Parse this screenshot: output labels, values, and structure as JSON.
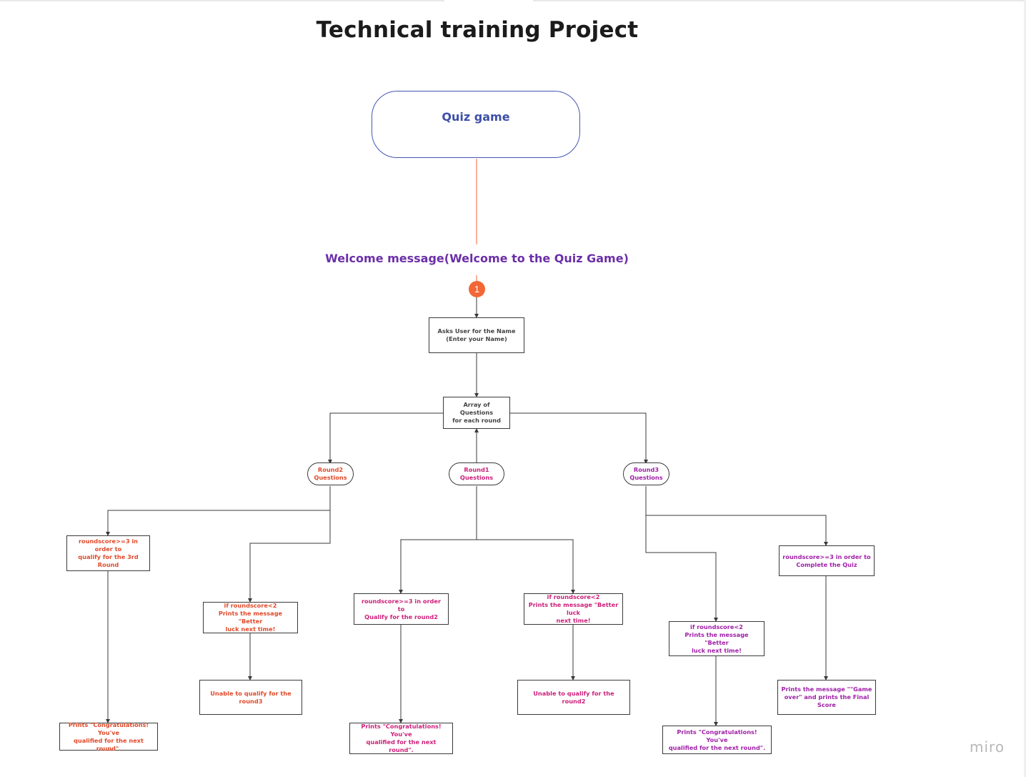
{
  "board": {
    "title": "Technical training Project",
    "watermark": "miro"
  },
  "nodes": {
    "start": "Quiz game",
    "welcome": "Welcome message(Welcome to the Quiz Game)",
    "badge": "1",
    "ask_name": "Asks User for the Name\n(Enter your Name)",
    "questions_array": "Array of Questions\nfor each round",
    "round1": "Round1\nQuestions",
    "round2": "Round2\nQuestions",
    "round3": "Round3\nQuestions",
    "r2_pass": "roundscore>=3 in order to\nqualify for the 3rd Round",
    "r2_fail": "if roundscore<2\nPrints the message \"Better\nluck next time!",
    "r2_fail_result": "Unable to qualify for the round3",
    "r2_pass_result": "Prints \"Congratulations! You've\nqualified for the next round\".",
    "r1_pass": "roundscore>=3 in order to\nQualify for the round2",
    "r1_fail": "if roundscore<2\nPrints the message \"Better luck\nnext time!",
    "r1_fail_result": "Unable to qualify for the round2",
    "r1_pass_result": "Prints \"Congratulations! You've\nqualified for the next round\".",
    "r3_fail": "if roundscore<2\nPrints the message \"Better\nluck next time!",
    "r3_fail_result": "Prints \"Congratulations! You've\nqualified for the next round\".",
    "r3_pass": "roundscore>=3 in order to\nComplete the Quiz",
    "r3_pass_result": "Prints the message \"\"Game\nover\" and prints the Final Score"
  },
  "colors": {
    "start_border": "#4456b4",
    "welcome_text": "#6b2fa8",
    "badge": "#f26735",
    "round2_branch": "#e04a2a",
    "round1_branch": "#cc1f7a",
    "round3_branch": "#a020a8",
    "connector": "#3a3a3a",
    "start_connector": "#f26735"
  }
}
